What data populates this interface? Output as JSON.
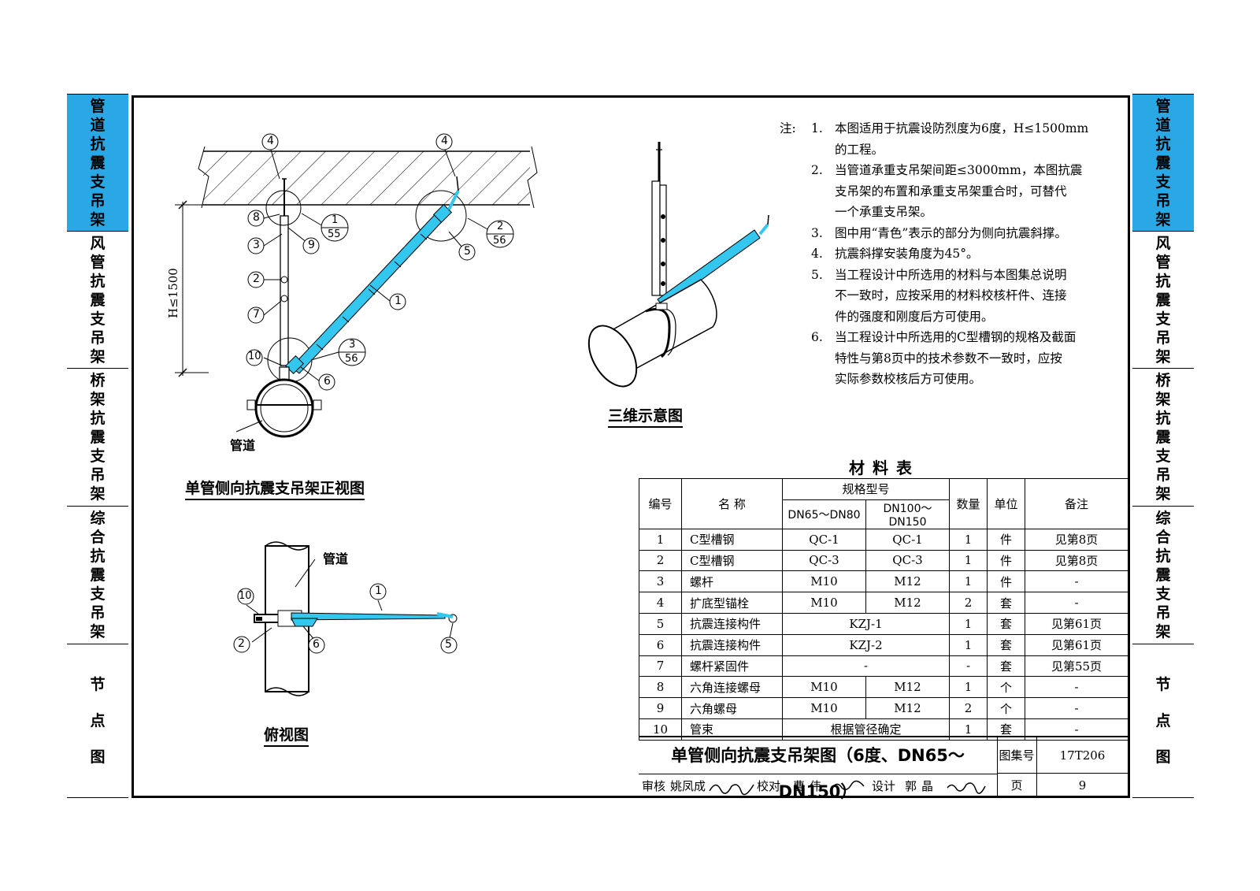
{
  "side_tabs": {
    "left": [
      {
        "label": "管道抗震支吊架",
        "active": true
      },
      {
        "label": "风管抗震支吊架",
        "active": false
      },
      {
        "label": "桥架抗震支吊架",
        "active": false
      },
      {
        "label": "综合抗震支吊架",
        "active": false
      },
      {
        "label": "节点图",
        "active": false
      }
    ],
    "right": [
      {
        "label": "管道抗震支吊架",
        "active": true
      },
      {
        "label": "风管抗震支吊架",
        "active": false
      },
      {
        "label": "桥架抗震支吊架",
        "active": false
      },
      {
        "label": "综合抗震支吊架",
        "active": false
      },
      {
        "label": "节点图",
        "active": false
      }
    ]
  },
  "colors": {
    "accent_blue": "#2aa8e6",
    "brace_cyan": "#33c6ee",
    "line": "#000000"
  },
  "front_view": {
    "caption": "单管侧向抗震支吊架正视图",
    "dimension": "H≤1500",
    "pipe_label": "管道",
    "callouts": [
      "4",
      "4",
      "8",
      "3",
      "9",
      "2",
      "5",
      "7",
      "1",
      "10",
      "6"
    ],
    "fraction_labels": [
      {
        "num": "1",
        "den": "55"
      },
      {
        "num": "2",
        "den": "56"
      },
      {
        "num": "3",
        "den": "56"
      }
    ]
  },
  "iso_view": {
    "caption": "三维示意图"
  },
  "top_view": {
    "caption": "俯视图",
    "pipe_label": "管道",
    "callouts": [
      "10",
      "1",
      "2",
      "6",
      "5"
    ]
  },
  "notes": {
    "heading": "注:",
    "items": [
      {
        "num": "1.",
        "lines": [
          "本图适用于抗震设防烈度为6度，H≤1500mm",
          "的工程。"
        ]
      },
      {
        "num": "2.",
        "lines": [
          "当管道承重支吊架间距≤3000mm，本图抗震",
          "支吊架的布置和承重支吊架重合时，可替代",
          "一个承重支吊架。"
        ]
      },
      {
        "num": "3.",
        "lines": [
          "图中用“青色”表示的部分为侧向抗震斜撑。"
        ]
      },
      {
        "num": "4.",
        "lines": [
          "抗震斜撑安装角度为45°。"
        ]
      },
      {
        "num": "5.",
        "lines": [
          "当工程设计中所选用的材料与本图集总说明",
          "不一致时，应按采用的材料校核杆件、连接",
          "件的强度和刚度后方可使用。"
        ]
      },
      {
        "num": "6.",
        "lines": [
          "当工程设计中所选用的C型槽钢的规格及截面",
          "特性与第8页中的技术参数不一致时，应按",
          "实际参数校核后方可使用。"
        ]
      }
    ]
  },
  "materials": {
    "title": "材料表",
    "headers": {
      "no": "编号",
      "name": "名 称",
      "spec": "规格型号",
      "spec_a": "DN65～DN80",
      "spec_b": "DN100～DN150",
      "qty": "数量",
      "unit": "单位",
      "remark": "备注"
    },
    "rows": [
      {
        "no": "1",
        "name": "C型槽钢",
        "a": "QC-1",
        "b": "QC-1",
        "merged": "",
        "qty": "1",
        "unit": "件",
        "remark": "见第8页"
      },
      {
        "no": "2",
        "name": "C型槽钢",
        "a": "QC-3",
        "b": "QC-3",
        "merged": "",
        "qty": "1",
        "unit": "件",
        "remark": "见第8页"
      },
      {
        "no": "3",
        "name": "螺杆",
        "a": "M10",
        "b": "M12",
        "merged": "",
        "qty": "1",
        "unit": "件",
        "remark": "-"
      },
      {
        "no": "4",
        "name": "扩底型锚栓",
        "a": "M10",
        "b": "M12",
        "merged": "",
        "qty": "2",
        "unit": "套",
        "remark": "-"
      },
      {
        "no": "5",
        "name": "抗震连接构件",
        "a": "",
        "b": "",
        "merged": "KZJ-1",
        "qty": "1",
        "unit": "套",
        "remark": "见第61页"
      },
      {
        "no": "6",
        "name": "抗震连接构件",
        "a": "",
        "b": "",
        "merged": "KZJ-2",
        "qty": "1",
        "unit": "套",
        "remark": "见第61页"
      },
      {
        "no": "7",
        "name": "螺杆紧固件",
        "a": "",
        "b": "",
        "merged": "-",
        "qty": "-",
        "unit": "套",
        "remark": "见第55页"
      },
      {
        "no": "8",
        "name": "六角连接螺母",
        "a": "M10",
        "b": "M12",
        "merged": "",
        "qty": "1",
        "unit": "个",
        "remark": "-"
      },
      {
        "no": "9",
        "name": "六角螺母",
        "a": "M10",
        "b": "M12",
        "merged": "",
        "qty": "2",
        "unit": "个",
        "remark": "-"
      },
      {
        "no": "10",
        "name": "管束",
        "a": "",
        "b": "",
        "merged": "根据管径确定",
        "qty": "1",
        "unit": "套",
        "remark": "-"
      }
    ]
  },
  "title_block": {
    "title": "单管侧向抗震支吊架图（6度、DN65～DN150）",
    "atlas_label": "图集号",
    "atlas_no": "17T206",
    "page_label": "页",
    "page_no": "9",
    "review_label": "审核",
    "reviewer": "姚凤成",
    "check_label": "校对",
    "checker": "曹伟",
    "design_label": "设计",
    "designer": "郭晶"
  }
}
